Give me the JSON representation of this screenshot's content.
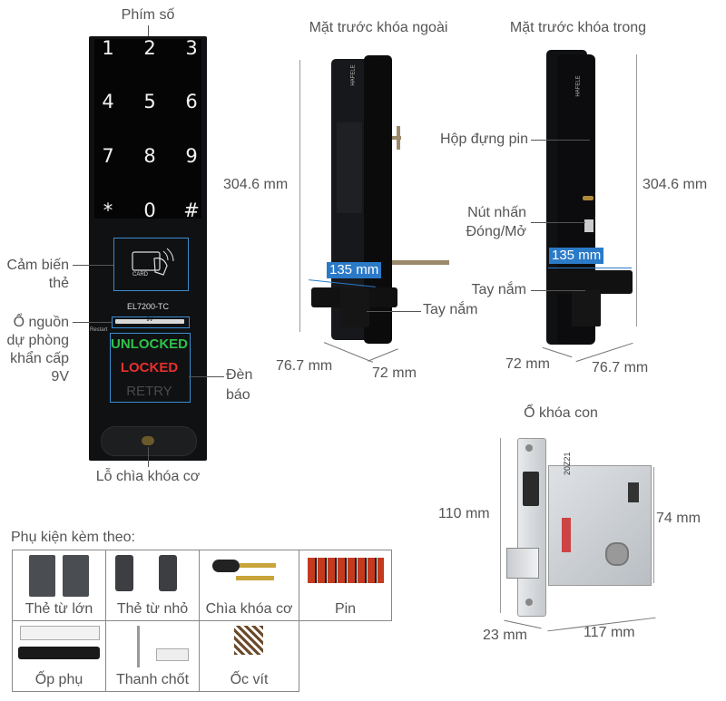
{
  "keypad": {
    "keys": [
      "1",
      "2",
      "3",
      "4",
      "5",
      "6",
      "7",
      "8",
      "9",
      "*",
      "0",
      "#"
    ],
    "model": "EL7200-TC",
    "battery_label": "9V",
    "restart_label": "Restart",
    "card_label": "CARD",
    "indicators": [
      {
        "text": "UNLOCKED",
        "color": "#2fc24a"
      },
      {
        "text": "LOCKED",
        "color": "#e8302c"
      },
      {
        "text": "RETRY",
        "color": "#4a4a4a"
      }
    ]
  },
  "labels": {
    "phim_so": "Phím số",
    "cam_bien_1": "Cảm biến",
    "cam_bien_2": "thẻ",
    "o_nguon_1": "Ổ nguồn",
    "o_nguon_2": "dự phòng",
    "o_nguon_3": "khẩn cấp",
    "o_nguon_4": "9V",
    "den_bao_1": "Đèn",
    "den_bao_2": "báo",
    "lo_chia": "Lỗ chìa khóa cơ"
  },
  "outer": {
    "title": "Mặt trước khóa ngoài",
    "height": "304.6 mm",
    "width_handle": "135 mm",
    "handle_label": "Tay nắm",
    "depth": "76.7 mm",
    "width": "72 mm",
    "brand": "HAFELE"
  },
  "inner": {
    "title": "Mặt trước khóa trong",
    "battery_box": "Hộp đựng pin",
    "button_1": "Nút nhấn",
    "button_2": "Đóng/Mở",
    "width_handle": "135 mm",
    "handle_label": "Tay nắm",
    "height": "304.6 mm",
    "width": "72 mm",
    "depth": "76.7 mm",
    "brand": "HAFELE"
  },
  "mortise": {
    "title": "Ổ khóa con",
    "height": "110 mm",
    "body_height": "74 mm",
    "face_width": "23 mm",
    "depth": "117 mm",
    "stamp": "20Z21"
  },
  "accessories": {
    "title": "Phụ kiện kèm theo:",
    "items": [
      "Thẻ từ lớn",
      "Thẻ từ nhỏ",
      "Chìa khóa cơ",
      "Pin",
      "Ốp phụ",
      "Thanh chốt",
      "Ốc vít"
    ]
  }
}
